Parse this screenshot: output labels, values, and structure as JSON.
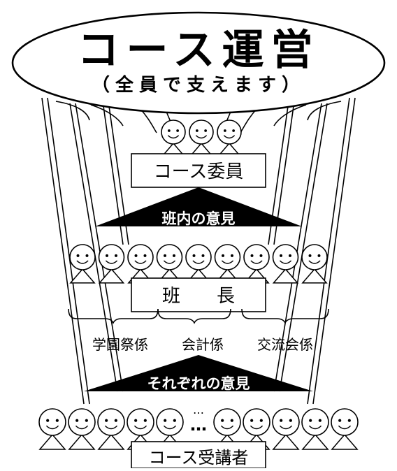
{
  "header": {
    "title": "コース運営",
    "subtitle": "（全員で支えます）"
  },
  "boxes": {
    "committee": "コース委員",
    "leaders": "班　　長",
    "students": "コース受講者"
  },
  "arrows": {
    "upper": "班内の意見",
    "lower": "それぞれの意見"
  },
  "roles": [
    "学園祭係",
    "会計係",
    "交流会係"
  ],
  "ellipsis": [
    "…",
    "…"
  ],
  "colors": {
    "ink": "#000000",
    "paper": "#ffffff"
  }
}
